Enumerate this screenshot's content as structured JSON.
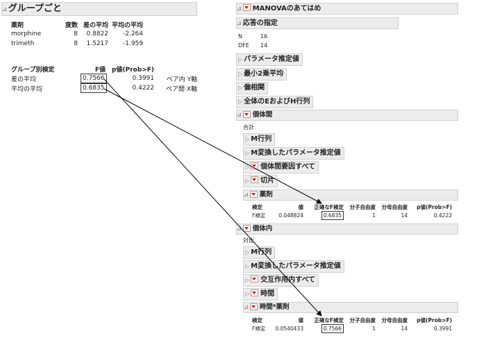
{
  "left": {
    "title": "グループごと",
    "table": {
      "headers": [
        "薬剤",
        "度数",
        "差の平均",
        "平均の平均"
      ],
      "rows": [
        [
          "morphine",
          "8",
          "0.8822",
          "-2.264"
        ],
        [
          "trimeth",
          "8",
          "1.5217",
          "-1.959"
        ]
      ]
    },
    "test": {
      "headers": [
        "グループ別検定",
        "F値",
        "p値(Prob>F)",
        ""
      ],
      "rows": [
        [
          "差の平均",
          "0.7566",
          "0.3991",
          "ペア内 Y軸"
        ],
        [
          "平均の平均",
          "0.6835",
          "0.4222",
          "ペア間 X軸"
        ]
      ]
    }
  },
  "right": {
    "title": "MANOVAのあてはめ",
    "spec": {
      "title": "応答の指定",
      "n_label": "N",
      "n_value": "16",
      "dfe_label": "DFE",
      "dfe_value": "14"
    },
    "collapsed": [
      "パラメータ推定値",
      "最小2乗平均",
      "偏相関",
      "全体のEおよびH行列"
    ],
    "between": {
      "title": "個体間",
      "sub": "合計",
      "items": [
        "M行列",
        "M変換したパラメータ推定値",
        "個体間要因すべて",
        "切片"
      ],
      "drug": {
        "title": "薬剤",
        "headers": [
          "検定",
          "値",
          "正確なF検定",
          "分子自由度",
          "分母自由度",
          "p値(Prob>F)"
        ],
        "row": [
          "F検定",
          "0.048824",
          "0.6835",
          "1",
          "14",
          "0.4222"
        ]
      }
    },
    "within": {
      "title": "個体内",
      "sub": "対比",
      "items": [
        "M行列",
        "M変換したパラメータ推定値",
        "交互作用内すべて",
        "時間"
      ],
      "timedrug": {
        "title": "時間*薬剤",
        "headers": [
          "検定",
          "値",
          "正確なF検定",
          "分子自由度",
          "分母自由度",
          "p値(Prob>F)"
        ],
        "row": [
          "F検定",
          "0.0540433",
          "0.7566",
          "1",
          "14",
          "0.3991"
        ]
      }
    }
  }
}
